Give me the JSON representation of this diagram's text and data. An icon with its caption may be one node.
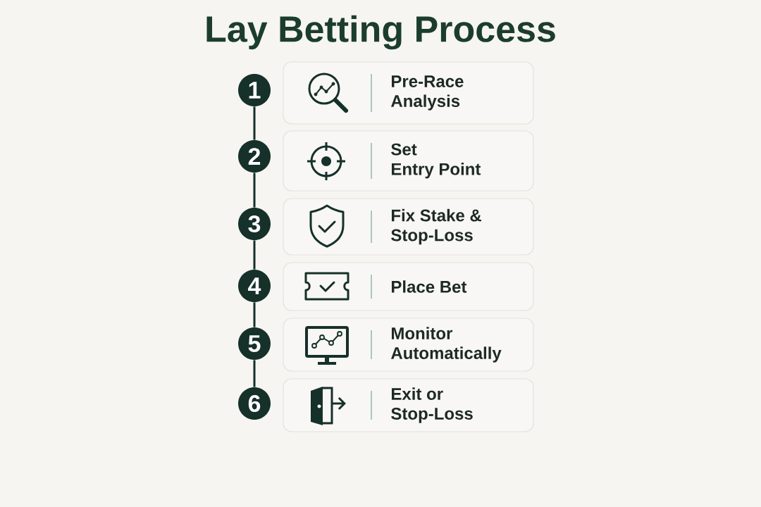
{
  "diagram": {
    "title": "Lay Betting Process",
    "nodes": [
      {
        "text": [
          "1"
        ]
      },
      {
        "text": [
          "Pre-Race Analysis"
        ]
      },
      {
        "text": [
          "2"
        ]
      },
      {
        "text": [
          "Set Entry Point"
        ]
      },
      {
        "text": [
          "3"
        ]
      },
      {
        "text": [
          "Fix Stake & Stop-Loss"
        ]
      },
      {
        "text": [
          "4"
        ]
      },
      {
        "text": [
          "Place Bet"
        ]
      },
      {
        "text": [
          "5"
        ]
      },
      {
        "text": [
          "Monitor Automatically"
        ]
      },
      {
        "text": [
          "6"
        ]
      },
      {
        "text": [
          "Exit or Stop-Loss"
        ]
      }
    ],
    "edges": [
      {
        "from": 0,
        "to": 2,
        "arrow": "none"
      },
      {
        "from": 2,
        "to": 4,
        "arrow": "none"
      },
      {
        "from": 4,
        "to": 6,
        "arrow": "none"
      },
      {
        "from": 6,
        "to": 8,
        "arrow": "none"
      },
      {
        "from": 8,
        "to": 10,
        "arrow": "none"
      }
    ]
  }
}
